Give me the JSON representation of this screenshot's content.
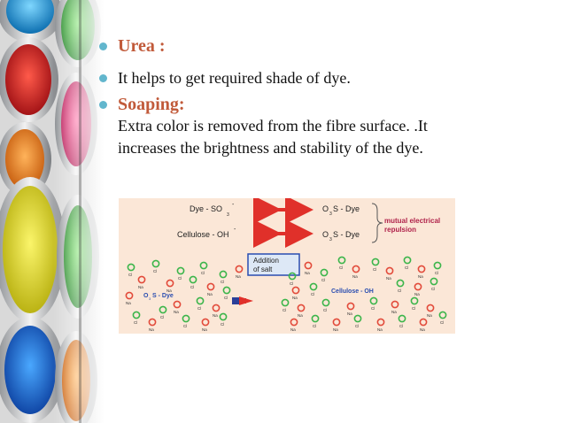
{
  "bullets": [
    {
      "text": "Urea :"
    },
    {
      "text": "It helps to get required shade of dye."
    },
    {
      "text": "Soaping:",
      "lines": [
        "Extra color is removed from the fibre surface. .It",
        "increases the   brightness and stability of the dye."
      ]
    }
  ],
  "diagram": {
    "dye_left": "Dye - SO",
    "dye_left_sub": "3",
    "dye_left_charge": "-",
    "dye_right": "S - Dye",
    "dye_right_pre": "O",
    "dye_right_sub": "3",
    "cell_left": "Cellulose - OH",
    "cell_left_charge": "-",
    "cell_right": "S - Dye",
    "cell_right_pre": "O",
    "cell_right_sub": "3",
    "brace_label_1": "mutual electrical",
    "brace_label_2": "repulsion",
    "addition_label_1": "Addition",
    "addition_label_2": "of salt",
    "o3s_dye": "S - Dye",
    "o3s_pre": "O",
    "o3s_sub": "3",
    "cellulose_oh": "Cellulose - OH",
    "na": "Na",
    "cl": "Cl"
  },
  "colors": {
    "heading": "#c15a3a",
    "bullet": "#62b6cd",
    "arrow": "#e0302a",
    "chloride": "#3bb54a",
    "sodium": "#e24a3a",
    "dye_label": "#2a4db0"
  }
}
